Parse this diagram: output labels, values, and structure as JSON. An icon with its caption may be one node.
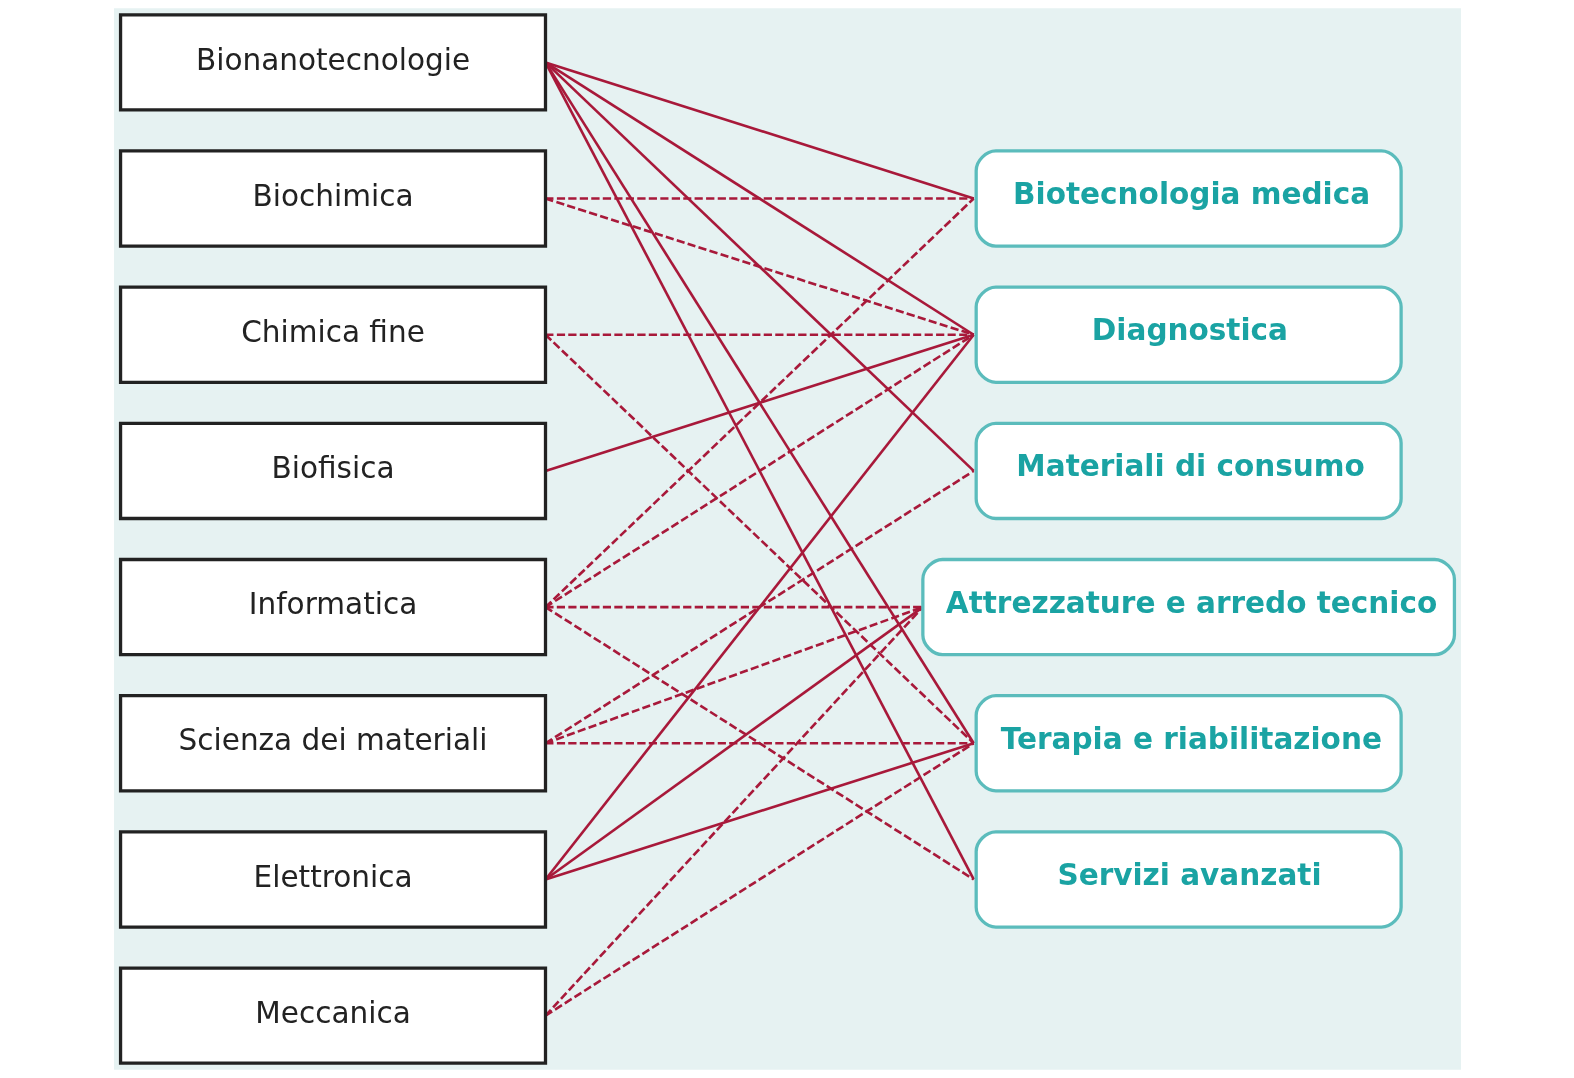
{
  "diagram": {
    "nodes": [
      {
        "text": [
          "Bionanotecnologie"
        ]
      },
      {
        "text": [
          "Biochimica"
        ]
      },
      {
        "text": [
          "Chimica fine"
        ]
      },
      {
        "text": [
          "Biofisica"
        ]
      },
      {
        "text": [
          "Informatica"
        ]
      },
      {
        "text": [
          "Scienza dei materiali"
        ]
      },
      {
        "text": [
          "Elettronica"
        ]
      },
      {
        "text": [
          "Meccanica"
        ]
      },
      {
        "text": [
          "Biotecnologia medica"
        ]
      },
      {
        "text": [
          "Diagnostica"
        ]
      },
      {
        "text": [
          "Materiali di consumo"
        ]
      },
      {
        "text": [
          "Attrezzature e arredo tecnico"
        ]
      },
      {
        "text": [
          "Terapia e riabilitazione"
        ]
      },
      {
        "text": [
          "Servizi avanzati"
        ]
      }
    ],
    "edges": [
      {
        "from": 0,
        "to": 8,
        "arrow": "none"
      },
      {
        "from": 0,
        "to": 9,
        "arrow": "none"
      },
      {
        "from": 0,
        "to": 10,
        "arrow": "none"
      },
      {
        "from": 0,
        "to": 12,
        "arrow": "none"
      },
      {
        "from": 0,
        "to": 13,
        "arrow": "none"
      },
      {
        "from": 1,
        "to": 8,
        "arrow": "none",
        "style": "dashed"
      },
      {
        "from": 1,
        "to": 9,
        "arrow": "none",
        "style": "dashed"
      },
      {
        "from": 2,
        "to": 9,
        "arrow": "none",
        "style": "dashed"
      },
      {
        "from": 2,
        "to": 12,
        "arrow": "none",
        "style": "dashed"
      },
      {
        "from": 3,
        "to": 9,
        "arrow": "none"
      },
      {
        "from": 4,
        "to": 8,
        "arrow": "none",
        "style": "dashed"
      },
      {
        "from": 4,
        "to": 9,
        "arrow": "none",
        "style": "dashed"
      },
      {
        "from": 4,
        "to": 11,
        "arrow": "none",
        "style": "dashed"
      },
      {
        "from": 4,
        "to": 13,
        "arrow": "none",
        "style": "dashed"
      },
      {
        "from": 5,
        "to": 10,
        "arrow": "none",
        "style": "dashed"
      },
      {
        "from": 5,
        "to": 11,
        "arrow": "none",
        "style": "dashed"
      },
      {
        "from": 5,
        "to": 12,
        "arrow": "none",
        "style": "dashed"
      },
      {
        "from": 6,
        "to": 9,
        "arrow": "none"
      },
      {
        "from": 6,
        "to": 11,
        "arrow": "none"
      },
      {
        "from": 6,
        "to": 12,
        "arrow": "none"
      },
      {
        "from": 7,
        "to": 11,
        "arrow": "none",
        "style": "dashed"
      },
      {
        "from": 7,
        "to": 12,
        "arrow": "none",
        "style": "dashed"
      }
    ]
  }
}
